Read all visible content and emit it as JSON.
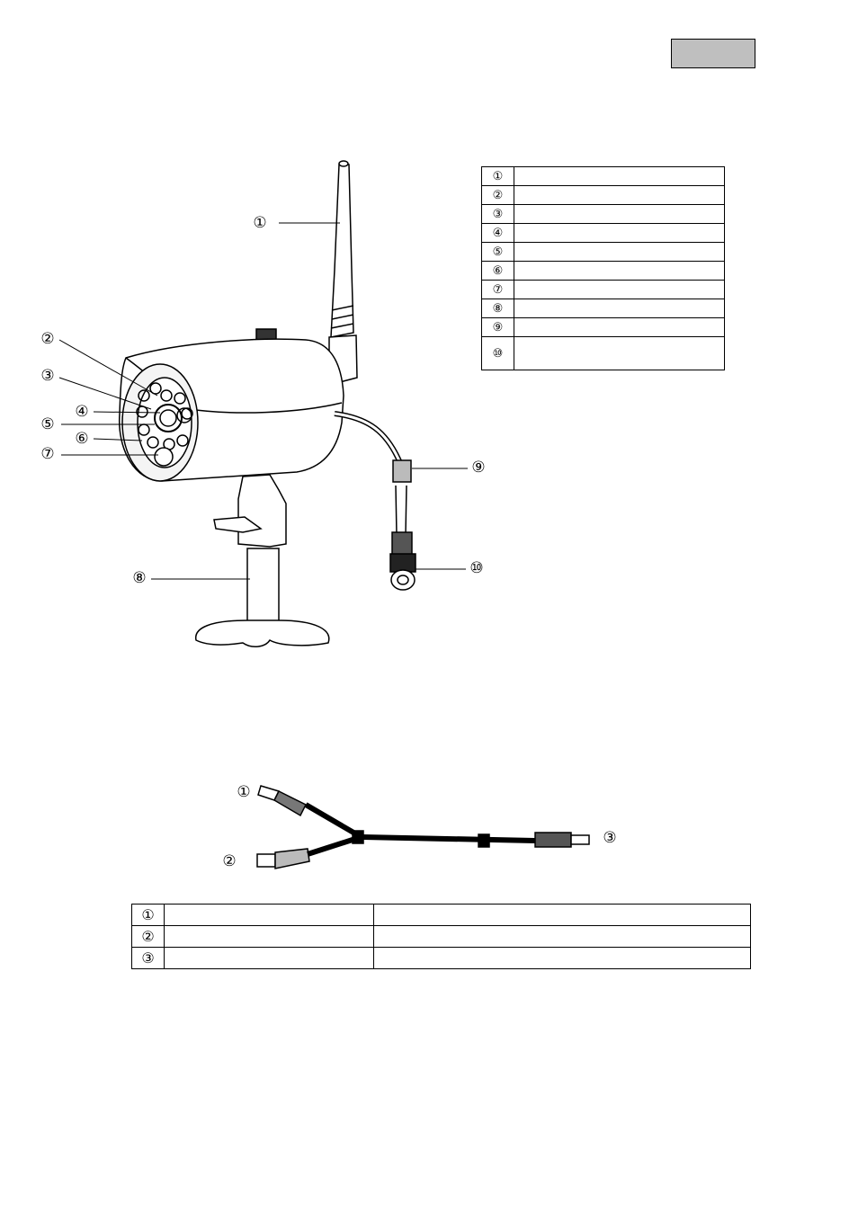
{
  "header": {
    "language_box": ""
  },
  "camera_figure": {
    "callouts": [
      "①",
      "②",
      "③",
      "④",
      "⑤",
      "⑥",
      "⑦",
      "⑧",
      "⑨",
      "⑩"
    ]
  },
  "camera_table": {
    "rows": [
      {
        "num": "①",
        "desc": ""
      },
      {
        "num": "②",
        "desc": ""
      },
      {
        "num": "③",
        "desc": ""
      },
      {
        "num": "④",
        "desc": ""
      },
      {
        "num": "⑤",
        "desc": ""
      },
      {
        "num": "⑥",
        "desc": ""
      },
      {
        "num": "⑦",
        "desc": ""
      },
      {
        "num": "⑧",
        "desc": ""
      },
      {
        "num": "⑨",
        "desc": ""
      },
      {
        "num": "⑩",
        "desc": ""
      }
    ]
  },
  "cable_figure": {
    "callouts": [
      "①",
      "②",
      "③"
    ]
  },
  "cable_table": {
    "rows": [
      {
        "num": "①",
        "col1": "",
        "col2": ""
      },
      {
        "num": "②",
        "col1": "",
        "col2": ""
      },
      {
        "num": "③",
        "col1": "",
        "col2": ""
      }
    ]
  }
}
